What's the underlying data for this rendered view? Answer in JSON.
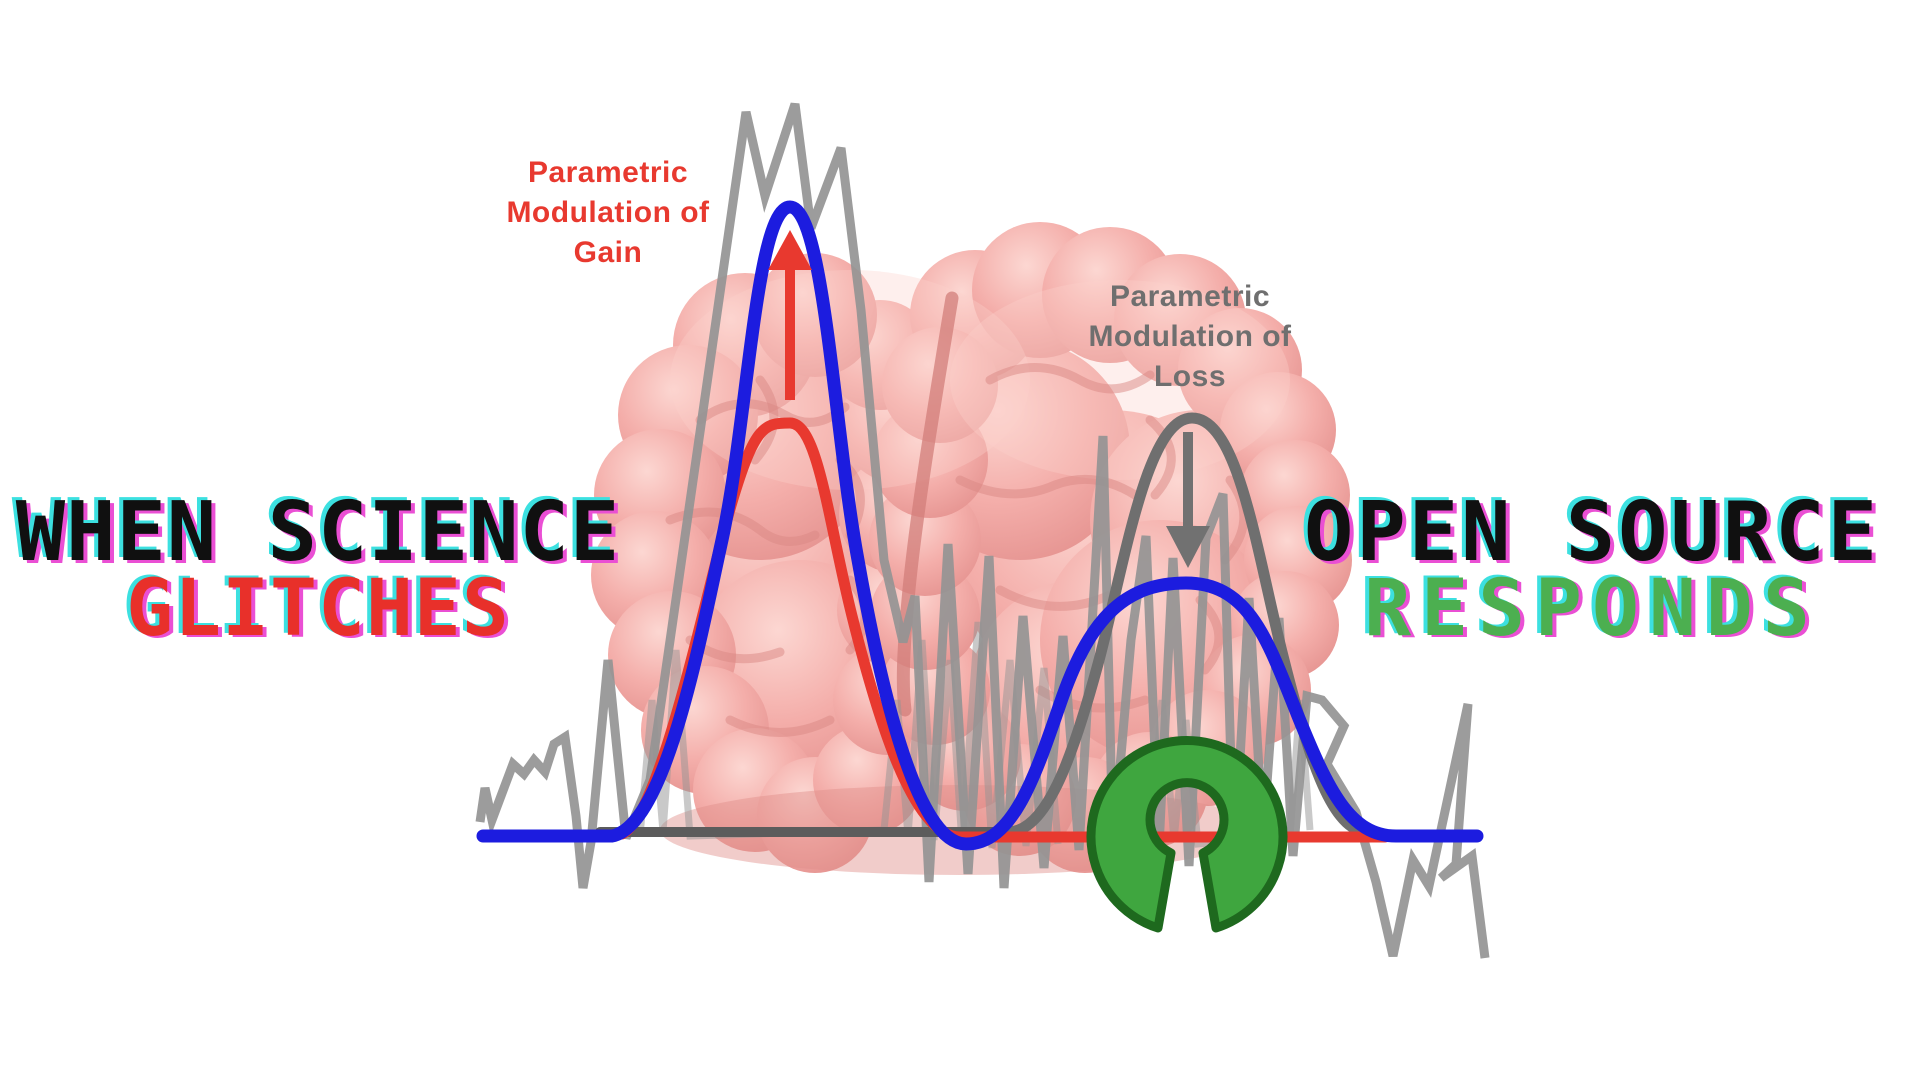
{
  "headline_left": {
    "line1": "WHEN SCIENCE",
    "line2": "GLITCHES"
  },
  "headline_right": {
    "line1": "OPEN SOURCE",
    "line2": "RESPONDS"
  },
  "annotations": {
    "gain": {
      "lines": [
        "Parametric",
        "Modulation of",
        "Gain"
      ]
    },
    "loss": {
      "lines": [
        "Parametric",
        "Modulation of",
        "Loss"
      ]
    }
  },
  "icons": {
    "open_source_logo": "open-source-initiative-keyhole-logo",
    "gain_arrow": "up-arrow-icon",
    "loss_arrow": "down-arrow-icon"
  },
  "figure": {
    "background_image": "pink-brain-two-hemispheres",
    "curves": [
      {
        "name": "noisy-glitch-signal",
        "style": "jagged",
        "color_key": "signal_gray"
      },
      {
        "name": "blue-response-curve",
        "peaks": 2,
        "color_key": "curve_blue"
      },
      {
        "name": "red-gain-curve",
        "peaks": 1,
        "color_key": "gain_red"
      },
      {
        "name": "gray-loss-curve",
        "peaks": 1,
        "color_key": "loss_gray"
      }
    ],
    "arrows": [
      {
        "name": "gain-up-arrow",
        "direction": "up",
        "color_key": "gain_red"
      },
      {
        "name": "loss-down-arrow",
        "direction": "down",
        "color_key": "loss_gray"
      }
    ]
  },
  "colors": {
    "headline_black": "#101010",
    "glitch_red": "#e8302a",
    "respond_green": "#4caf50",
    "gain_red": "#e8392f",
    "loss_gray": "#6f6f6f",
    "signal_gray": "#949494",
    "curve_blue": "#1c1cdf",
    "baseline_dark": "#5c5c5c",
    "brain_pink": "#f2a8a4",
    "logo_green": "#3fa63f",
    "logo_green_dark": "#1e691e",
    "glitch_cyan": "#3ce0e0",
    "glitch_magenta": "#ea4fd4"
  }
}
